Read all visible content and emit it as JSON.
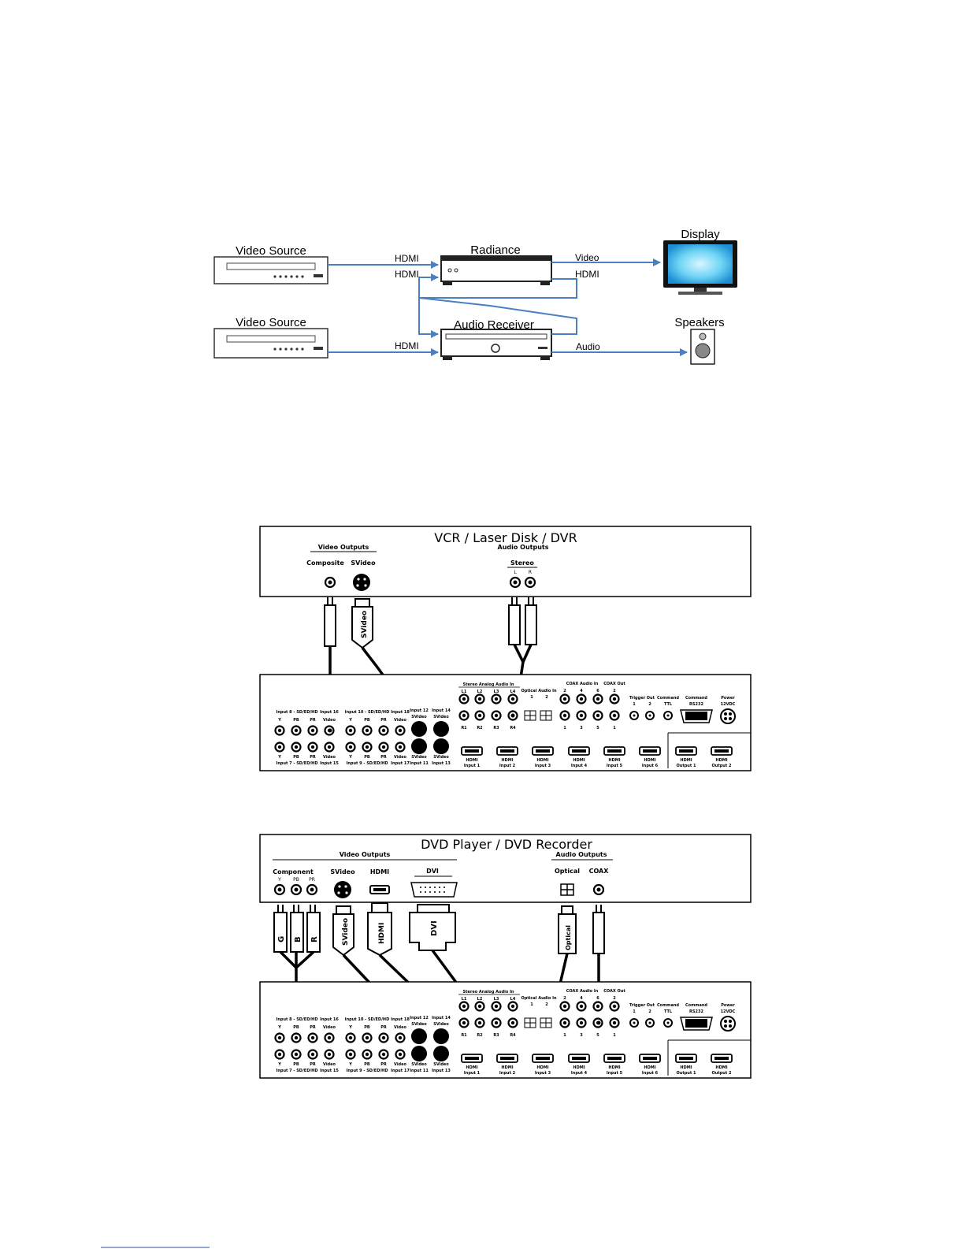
{
  "top_diagram": {
    "source1": "Video Source",
    "source2": "Video Source",
    "radiance": "Radiance",
    "receiver": "Audio Receiver",
    "display": "Display",
    "speakers": "Speakers",
    "hdmi_a": "HDMI",
    "hdmi_b": "HDMI",
    "hdmi_c": "HDMI",
    "hdmi_d": "HDMI",
    "video": "Video",
    "audio": "Audio"
  },
  "vcr_panel": {
    "title": "VCR / Laser Disk / DVR",
    "video_outputs": "Video Outputs",
    "audio_outputs": "Audio Outputs",
    "composite": "Composite",
    "svideo": "SVideo",
    "stereo": "Stereo",
    "l": "L",
    "r": "R",
    "svideo_plug": "SVideo"
  },
  "dvd_panel": {
    "title": "DVD Player / DVD Recorder",
    "video_outputs": "Video Outputs",
    "audio_outputs": "Audio Outputs",
    "component": "Component",
    "comp_y": "Y",
    "comp_pb": "PB",
    "comp_pr": "PR",
    "svideo": "SVideo",
    "hdmi": "HDMI",
    "dvi": "DVI",
    "optical": "Optical",
    "coax": "COAX",
    "plug_g": "G",
    "plug_b": "B",
    "plug_r": "R",
    "plug_svideo": "SVideo",
    "plug_hdmi": "HDMI",
    "plug_dvi": "DVI",
    "plug_optical": "Optical"
  },
  "radiance_panel": {
    "stereo_analog": "Stereo Analog Audio In",
    "optical_in": "Optical Audio In",
    "coax_in": "COAX Audio In",
    "coax_out": "COAX Out",
    "trigger_out": "Trigger Out",
    "command": "Command",
    "ttl": "TTL",
    "command2": "Command",
    "rs232": "RS232",
    "power": "Power",
    "v12": "12VDC",
    "in8": "Input 8 - SD/ED/HD",
    "in16": "Input 16",
    "in10": "Input 10 - SD/ED/HD",
    "in18": "Input 18",
    "in12": "Input 12",
    "in14": "Input 14",
    "in7": "Input 7 - SD/ED/HD",
    "in15": "Input 15",
    "in9": "Input 9 - SD/ED/HD",
    "in17": "Input 17",
    "in11": "Input 11",
    "in13": "Input 13",
    "video": "Video",
    "svideo": "SVideo",
    "y": "Y",
    "pb": "PB",
    "pr": "PR",
    "L1": "L1",
    "L2": "L2",
    "L3": "L3",
    "L4": "L4",
    "R1": "R1",
    "R2": "R2",
    "R3": "R3",
    "R4": "R4",
    "n1": "1",
    "n2": "2",
    "n3": "3",
    "n4": "4",
    "n5": "5",
    "n6": "6",
    "hdmi": "HDMI",
    "hin1": "Input 1",
    "hin2": "Input 2",
    "hin3": "Input 3",
    "hin4": "Input 4",
    "hin5": "Input 5",
    "hin6": "Input 6",
    "hout1": "Output 1",
    "hout2": "Output 2"
  },
  "colors": {
    "arrow": "#4a7fc1",
    "screen": "#2aa8e8"
  }
}
